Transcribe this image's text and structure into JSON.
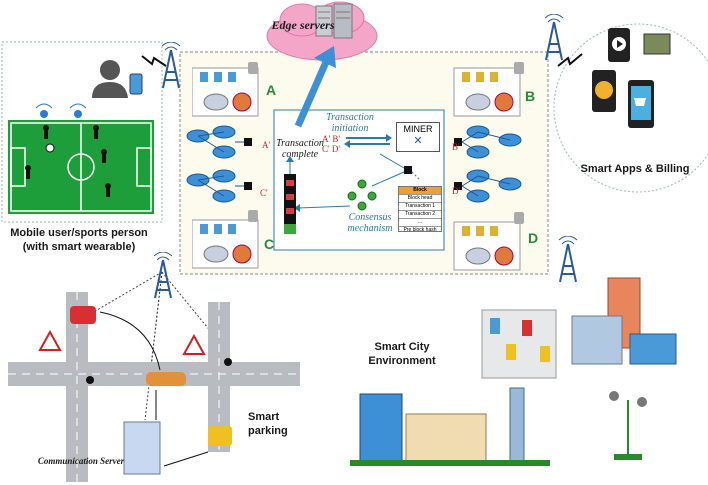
{
  "labels": {
    "edge_servers": "Edge servers",
    "mobile_user": "Mobile user/sports person (with smart wearable)",
    "smart_apps": "Smart Apps & Billing",
    "smart_parking": "Smart parking",
    "smart_city": "Smart City Environment",
    "communication_server": "Communication Server",
    "transaction_initiation": "Transaction initiation",
    "transaction_complete": "Transaction complete",
    "consensus_mechanism": "Consensus mechanism",
    "miner": "MINER"
  },
  "cluster_letters": {
    "a": "A",
    "b": "B",
    "c": "C",
    "d": "D"
  },
  "primes": {
    "a_prime": "A'",
    "b_prime": "B'",
    "c_prime": "C'",
    "d_prime": "D'",
    "ab_pair": "A' B'",
    "cd_pair": "C' D'"
  },
  "block": {
    "title": "Block",
    "rows": [
      "Block head",
      "Transaction 1",
      "Transaction 2",
      "...",
      "Pre block hash"
    ]
  },
  "colors": {
    "accent_blue": "#3d8fd6",
    "field_green": "#1e9e3a",
    "cloud_pink": "#f4a6c8",
    "letter_green": "#2a8a3a",
    "prime_red": "#d02020"
  }
}
